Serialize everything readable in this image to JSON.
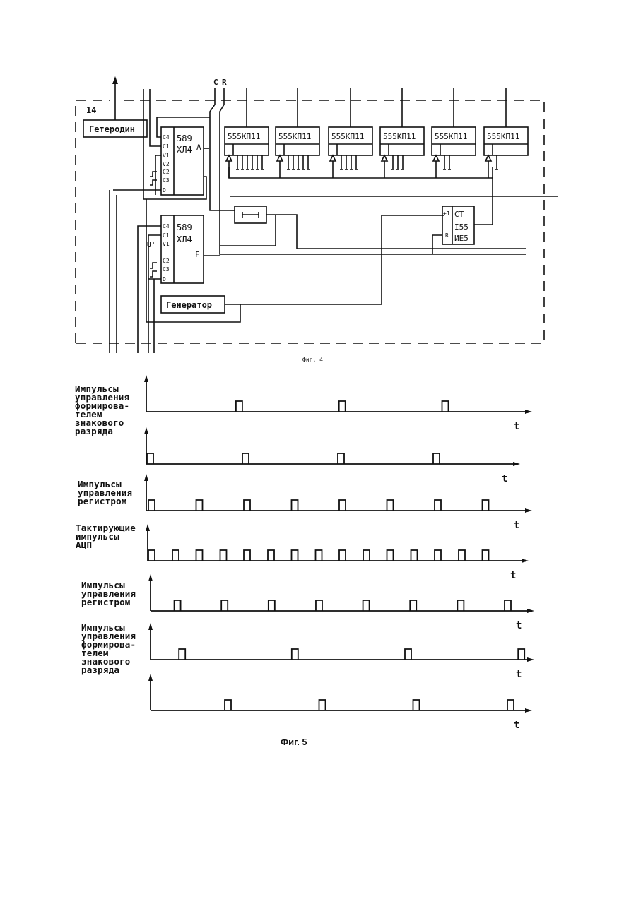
{
  "fig4": {
    "block_number": "14",
    "signals": {
      "c": "C",
      "r": "R"
    },
    "heterodyne": "Гетеродин",
    "generator": "Генератор",
    "chip_top": {
      "num": "589",
      "type": "ХЛ4",
      "out": "A",
      "pins": [
        "C4",
        "C1",
        "V1",
        "V2",
        "C2",
        "C3",
        "D"
      ]
    },
    "chip_bottom": {
      "num": "589",
      "type": "ХЛ4",
      "out": "F",
      "pins": [
        "C4",
        "C1",
        "V1",
        "C2",
        "C3",
        "D"
      ],
      "input_label": "U'"
    },
    "mux_label": "555КП11",
    "counter": {
      "l1": "CT",
      "l2": "I55",
      "l3": "ИЕ5",
      "in1": "+1",
      "in2": "R"
    },
    "caption": "Фиг. 4"
  },
  "fig5": {
    "t_label": "t",
    "caption": "Фиг. 5",
    "label1": "Импульсы\nуправления\nформирова-\nтелем\nзнакового\nразряда",
    "label2": "Импульсы\nуправления\nрегистром",
    "label3": "Тактирующие\nимпульсы\nАЦП",
    "label4": "Импульсы\nуправления\nрегистром",
    "label5": "Импульсы\nуправления\nформирова-\nтелем\nзнакового\nразряда",
    "rows": [
      {
        "pulses": [
          0.235,
          0.505,
          0.775
        ]
      },
      {
        "pulses": [
          0.0,
          0.27,
          0.54,
          0.81
        ]
      },
      {
        "pulses": [
          0.0,
          0.135,
          0.27,
          0.405,
          0.54,
          0.675,
          0.81,
          0.945
        ]
      },
      {
        "pulses": [
          0.0,
          0.068,
          0.135,
          0.203,
          0.27,
          0.338,
          0.405,
          0.473,
          0.54,
          0.608,
          0.675,
          0.743,
          0.81,
          0.878,
          0.945
        ]
      },
      {
        "pulses": [
          0.067,
          0.2,
          0.333,
          0.467,
          0.6,
          0.733,
          0.867,
          1.0
        ]
      },
      {
        "pulses": [
          0.067,
          0.333,
          0.6,
          0.867
        ]
      },
      {
        "pulses": [
          0.2,
          0.467,
          0.733,
          1.0
        ]
      }
    ]
  }
}
